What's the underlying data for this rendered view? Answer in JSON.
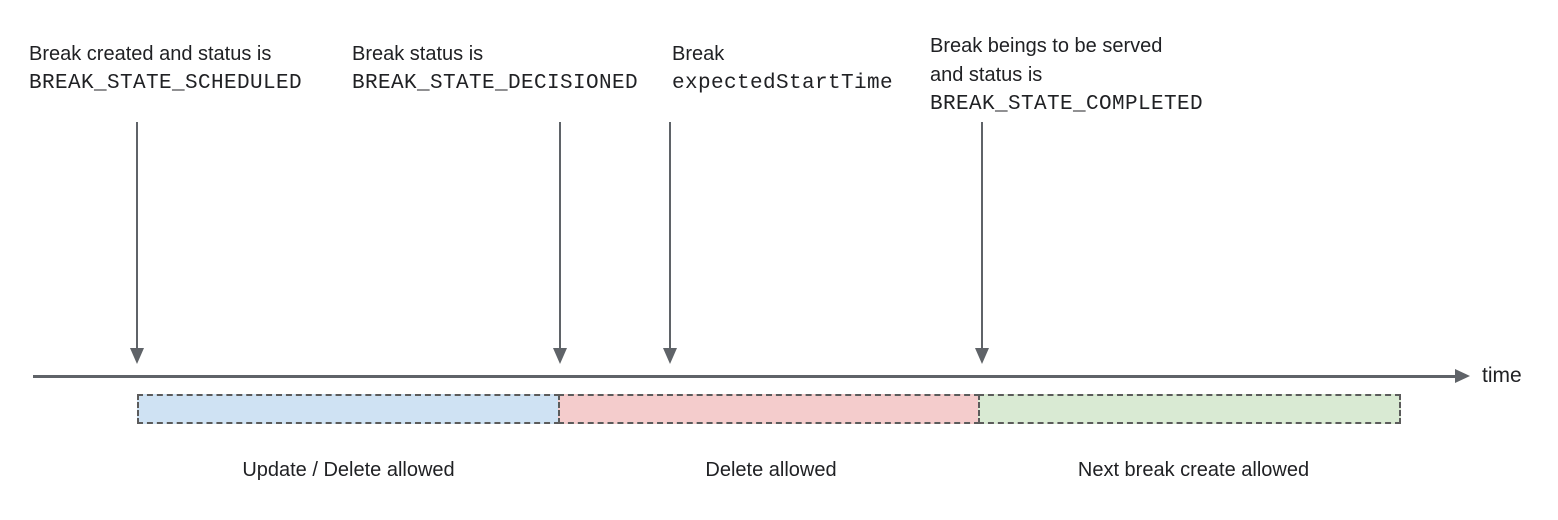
{
  "annotations": [
    {
      "line1": "Break created and status is",
      "code": "BREAK_STATE_SCHEDULED"
    },
    {
      "line1": "Break status is",
      "code": "BREAK_STATE_DECISIONED"
    },
    {
      "line1": "Break",
      "code": "expectedStartTime"
    },
    {
      "line1": "Break beings to be served",
      "line2": "and status is",
      "code": "BREAK_STATE_COMPLETED"
    }
  ],
  "timeline": {
    "axis_label": "time"
  },
  "segments": [
    {
      "label": "Update / Delete allowed",
      "color": "#cfe2f3"
    },
    {
      "label": "Delete allowed",
      "color": "#f4cccc"
    },
    {
      "label": "Next break create allowed",
      "color": "#d9ead3"
    }
  ],
  "colors": {
    "text": "#202124",
    "arrow_line": "#5f6368",
    "segment_border": "#5b5b5b"
  }
}
